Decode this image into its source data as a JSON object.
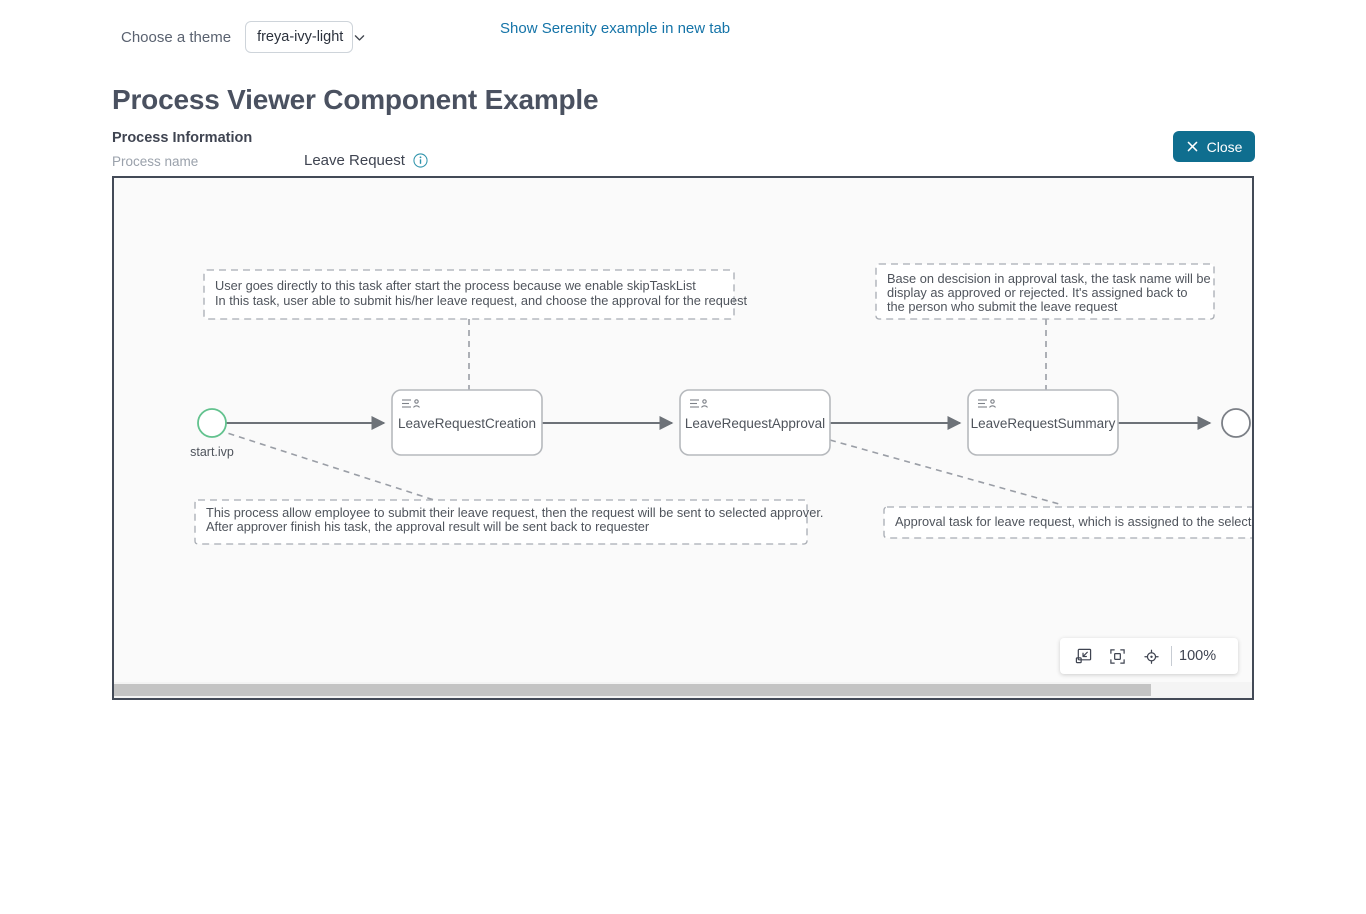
{
  "topbar": {
    "theme_label": "Choose a theme",
    "theme_value": "freya-ivy-light",
    "theme_options": [
      "freya-ivy-light"
    ],
    "chevron_icon": "chevron-down-icon",
    "serenity_link": "Show Serenity example in new tab"
  },
  "header": {
    "page_title": "Process Viewer Component Example",
    "section_title": "Process Information",
    "process_name_label": "Process name",
    "process_name_value": "Leave Request",
    "info_icon": "info-circle-icon"
  },
  "actions": {
    "close_label": "Close",
    "close_icon": "close-x-icon",
    "close_color": "#0f6e8f"
  },
  "diagram": {
    "start_node": {
      "id": "start",
      "label": "start.ivp",
      "shape": "circle",
      "stroke": "#62c28e"
    },
    "end_node": {
      "id": "end",
      "label": "",
      "shape": "circle",
      "stroke": "#7b7f86"
    },
    "tasks": [
      {
        "id": "task1",
        "label": "LeaveRequestCreation",
        "icon": "user-task-icon"
      },
      {
        "id": "task2",
        "label": "LeaveRequestApproval",
        "icon": "user-task-icon"
      },
      {
        "id": "task3",
        "label": "LeaveRequestSummary",
        "icon": "user-task-icon"
      }
    ],
    "annotations": [
      {
        "id": "note-top-left",
        "lines": [
          "User goes directly to this task after start the process because we enable skipTaskList",
          "In this task, user able to submit his/her leave request, and choose the approval for the request"
        ]
      },
      {
        "id": "note-top-right",
        "lines": [
          "Base on descision in approval task, the task name will be",
          "display as approved or rejected. It's assigned back to",
          "the person who submit the leave request"
        ]
      },
      {
        "id": "note-bottom-left",
        "lines": [
          "This process allow employee to submit their leave request, then the request will be sent to selected approver.",
          "After approver finish his task, the approval result will be sent back to requester"
        ]
      },
      {
        "id": "note-bottom-right",
        "lines": [
          "Approval task for leave request, which is assigned to the selected approver"
        ]
      }
    ]
  },
  "zoom_toolbar": {
    "fit_icon": "fit-to-content-icon",
    "expand_icon": "fit-to-screen-icon",
    "reset_icon": "reset-view-icon",
    "zoom_level": "100%"
  }
}
